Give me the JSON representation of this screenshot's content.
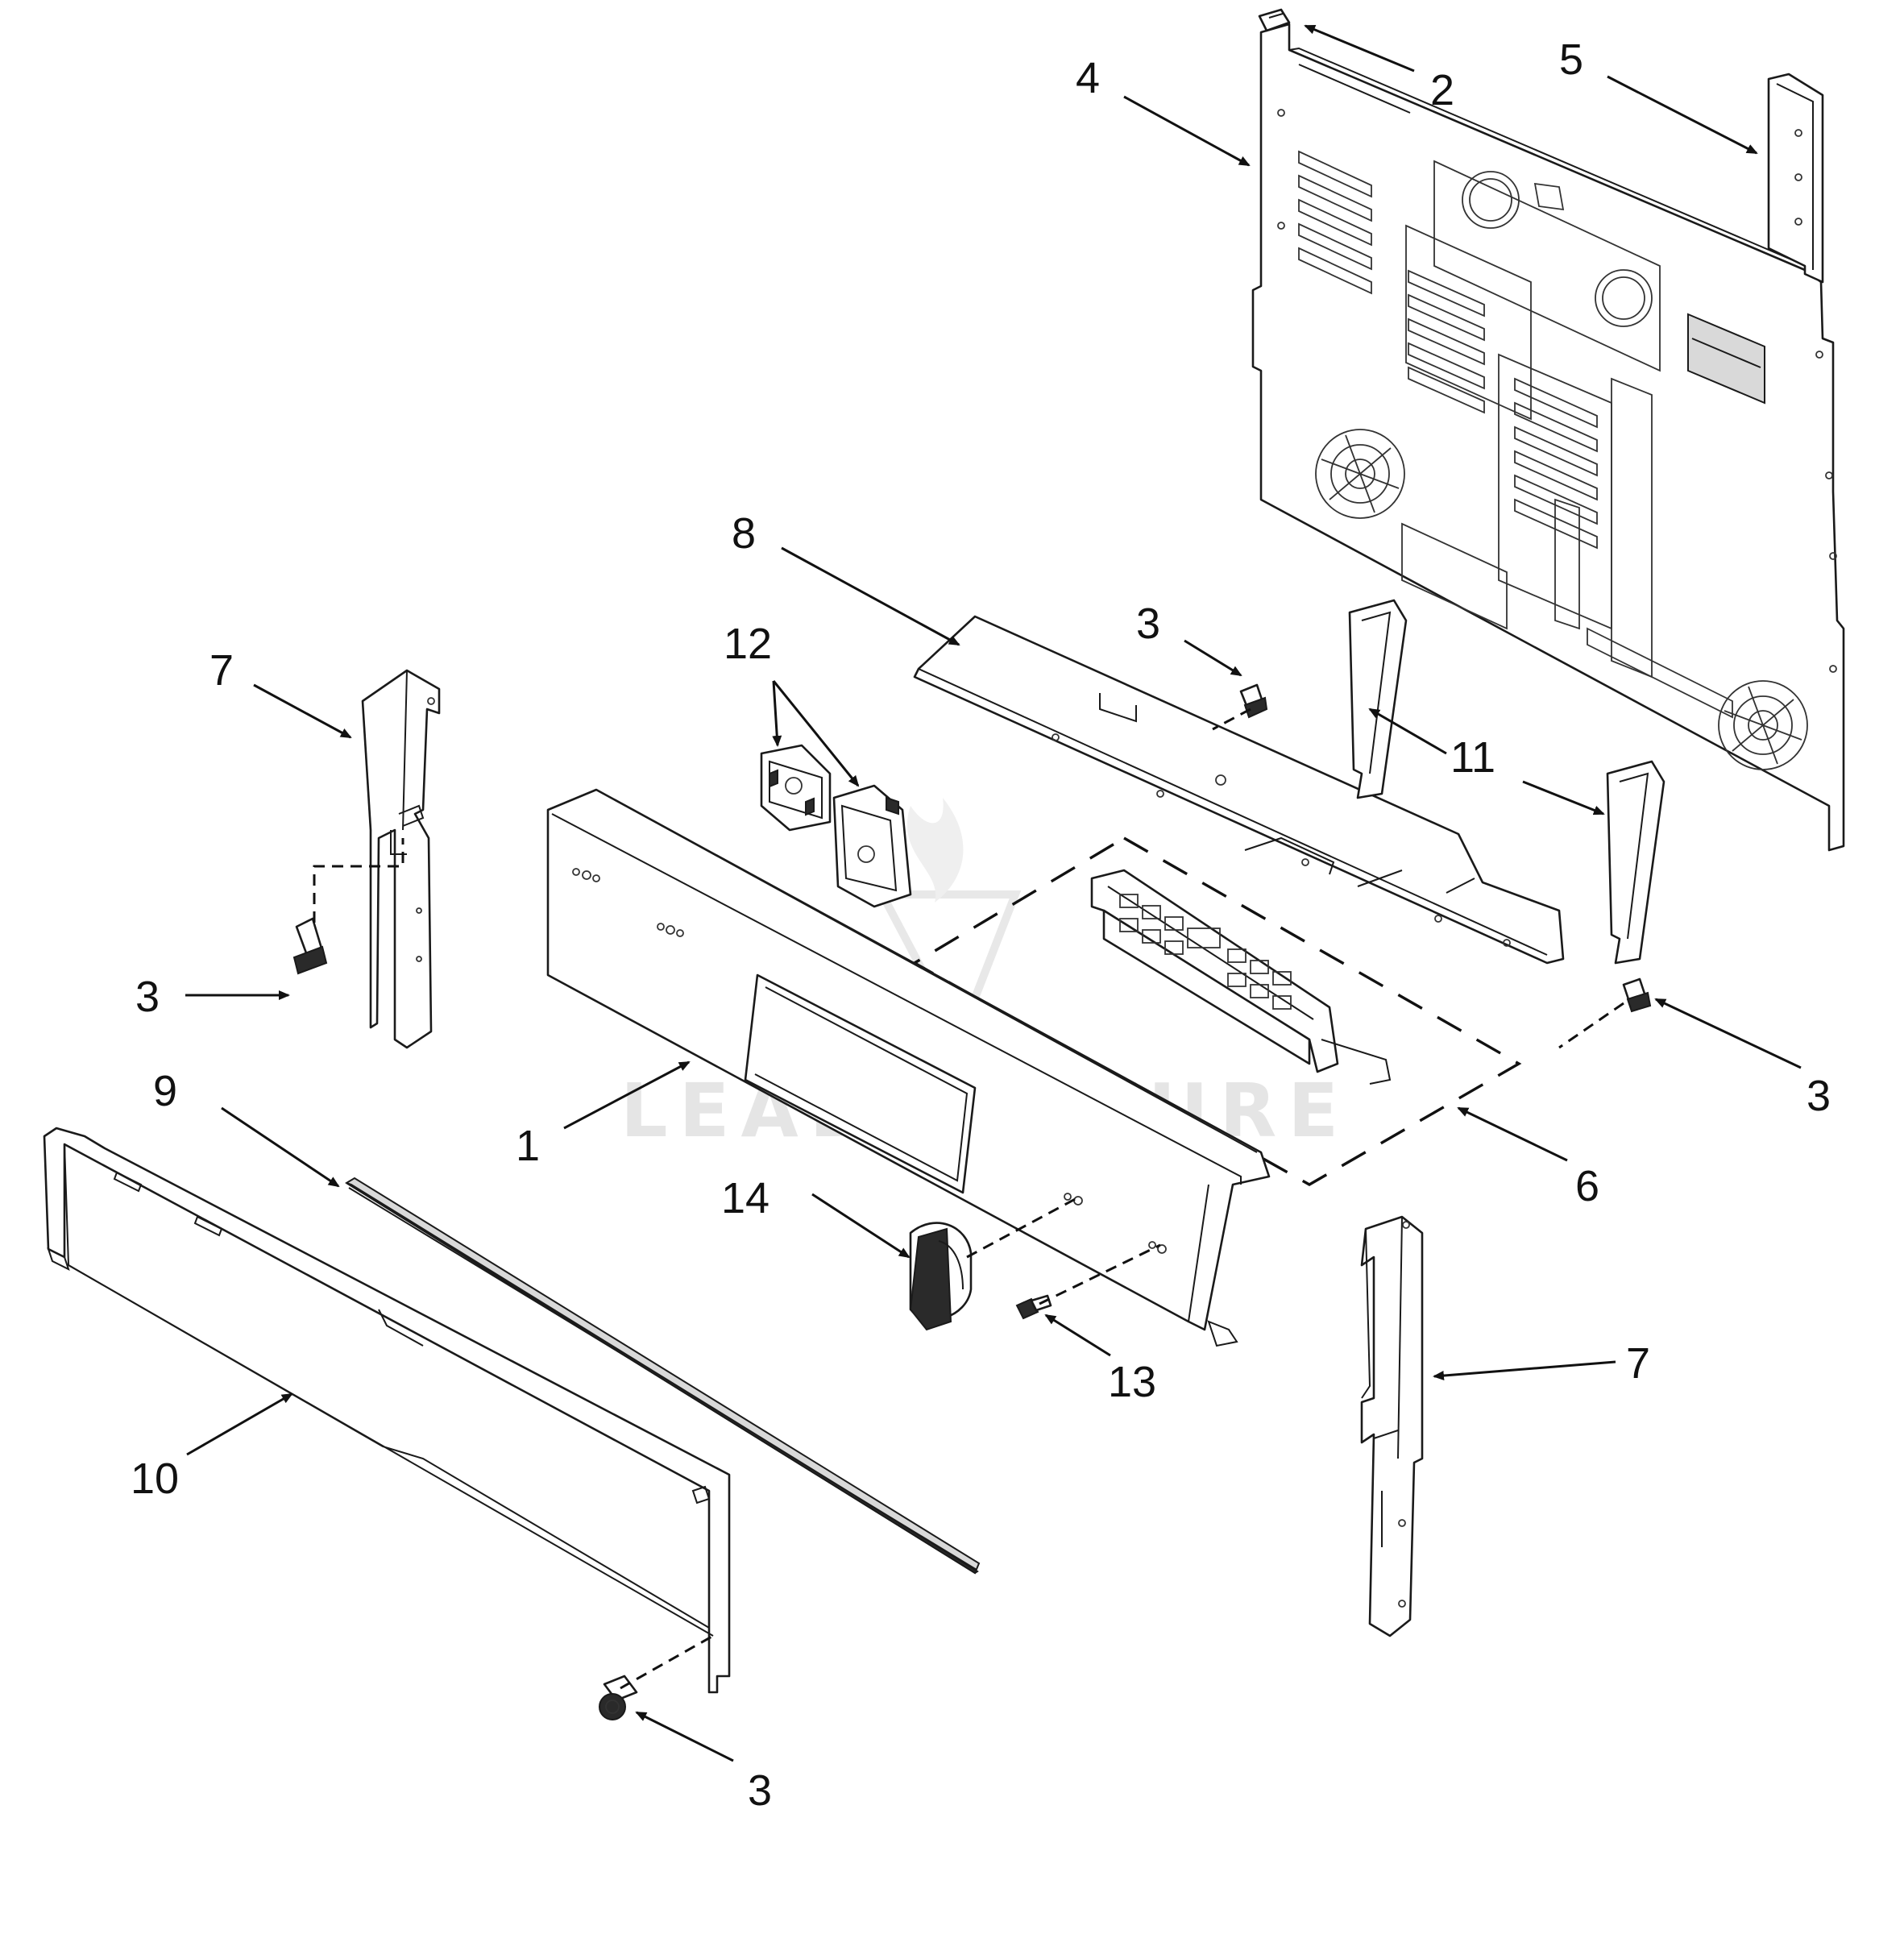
{
  "diagram": {
    "watermark": "LEADVENTURE",
    "callouts": [
      {
        "id": "c1",
        "label": "1"
      },
      {
        "id": "c2",
        "label": "2"
      },
      {
        "id": "c3a",
        "label": "3"
      },
      {
        "id": "c3b",
        "label": "3"
      },
      {
        "id": "c3c",
        "label": "3"
      },
      {
        "id": "c3d",
        "label": "3"
      },
      {
        "id": "c4",
        "label": "4"
      },
      {
        "id": "c5",
        "label": "5"
      },
      {
        "id": "c6",
        "label": "6"
      },
      {
        "id": "c7a",
        "label": "7"
      },
      {
        "id": "c7b",
        "label": "7"
      },
      {
        "id": "c8",
        "label": "8"
      },
      {
        "id": "c9",
        "label": "9"
      },
      {
        "id": "c10",
        "label": "10"
      },
      {
        "id": "c11",
        "label": "11"
      },
      {
        "id": "c12",
        "label": "12"
      },
      {
        "id": "c13",
        "label": "13"
      },
      {
        "id": "c14",
        "label": "14"
      }
    ]
  }
}
